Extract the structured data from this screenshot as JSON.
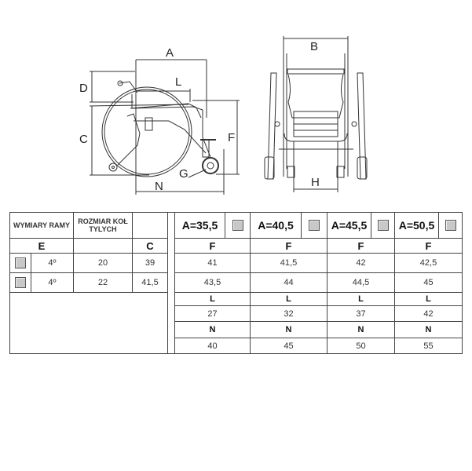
{
  "diagram": {
    "side_labels": {
      "A": "A",
      "D": "D",
      "L": "L",
      "C": "C",
      "F": "F",
      "G": "G",
      "N": "N"
    },
    "front_labels": {
      "B": "B",
      "H": "H"
    }
  },
  "table": {
    "header": {
      "frame_dimensions": "WYMIARY RAMY",
      "rear_wheel_size": "ROZMIAR KOŁ TYLYCH",
      "variants": [
        {
          "label": "A=35,5"
        },
        {
          "label": "A=40,5"
        },
        {
          "label": "A=45,5"
        },
        {
          "label": "A=50,5"
        }
      ]
    },
    "col_labels": {
      "E": "E",
      "C": "C",
      "F": "F",
      "L": "L",
      "N": "N"
    },
    "rows": [
      {
        "E": "4º",
        "wheel": "20",
        "C": "39",
        "F": [
          "41",
          "41,5",
          "42",
          "42,5"
        ]
      },
      {
        "E": "4º",
        "wheel": "22",
        "C": "41,5",
        "F": [
          "43,5",
          "44",
          "44,5",
          "45"
        ]
      }
    ],
    "L": [
      "27",
      "32",
      "37",
      "42"
    ],
    "N": [
      "40",
      "45",
      "50",
      "55"
    ]
  }
}
